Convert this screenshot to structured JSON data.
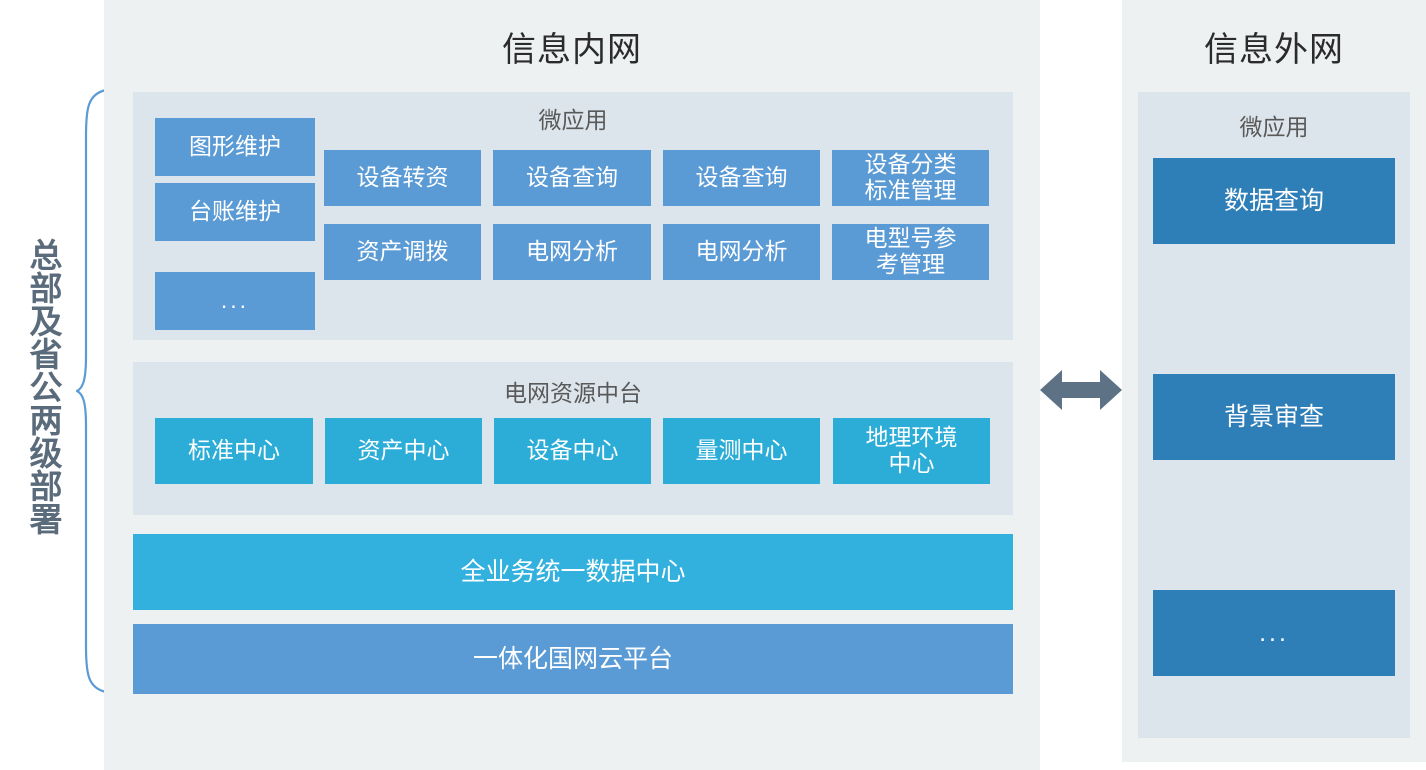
{
  "diagram": {
    "deployment_label": "总部及省公两级部署"
  },
  "intranet": {
    "title": "信息内网",
    "microapp": {
      "title": "微应用",
      "side_items": [
        {
          "label": "图形维护"
        },
        {
          "label": "台账维护"
        },
        {
          "label": "..."
        }
      ],
      "grid_rows": [
        [
          {
            "label": "设备转资"
          },
          {
            "label": "设备查询"
          },
          {
            "label": "设备查询"
          },
          {
            "label": "设备分类\n标准管理"
          }
        ],
        [
          {
            "label": "资产调拨"
          },
          {
            "label": "电网分析"
          },
          {
            "label": "电网分析"
          },
          {
            "label": "电型号参\n考管理"
          }
        ]
      ]
    },
    "midplatform": {
      "title": "电网资源中台",
      "centers": [
        {
          "label": "标准中心"
        },
        {
          "label": "资产中心"
        },
        {
          "label": "设备中心"
        },
        {
          "label": "量测中心"
        },
        {
          "label": "地理环境\n中心"
        }
      ]
    },
    "data_center_bar": "全业务统一数据中心",
    "cloud_platform_bar": "一体化国网云平台"
  },
  "extranet": {
    "title": "信息外网",
    "microapp": {
      "title": "微应用",
      "items": [
        {
          "label": "数据查询"
        },
        {
          "label": "背景审查"
        },
        {
          "label": "..."
        }
      ]
    }
  },
  "connector": {
    "icon": "double-arrow-icon"
  },
  "colors": {
    "panel_background": "#eef1f2",
    "group_background": "#dce5eb",
    "app_box": "#5b9bd5",
    "center_box": "#2badd8",
    "extranet_box": "#2e7eb8",
    "data_center_bar": "#32b0de",
    "cloud_platform_bar": "#5b9bd5",
    "arrow": "#5e7286",
    "brace": "#5b9bd5",
    "deploy_label_text": "#5a6b7b"
  }
}
